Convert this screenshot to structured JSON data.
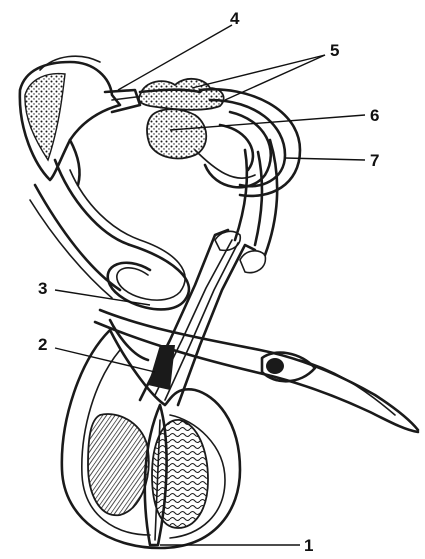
{
  "labels": {
    "l1": "1",
    "l2": "2",
    "l3": "3",
    "l4": "4",
    "l5": "5",
    "l6": "6",
    "l7": "7"
  },
  "colors": {
    "ink": "#1a1a1a",
    "paper": "#ffffff"
  }
}
